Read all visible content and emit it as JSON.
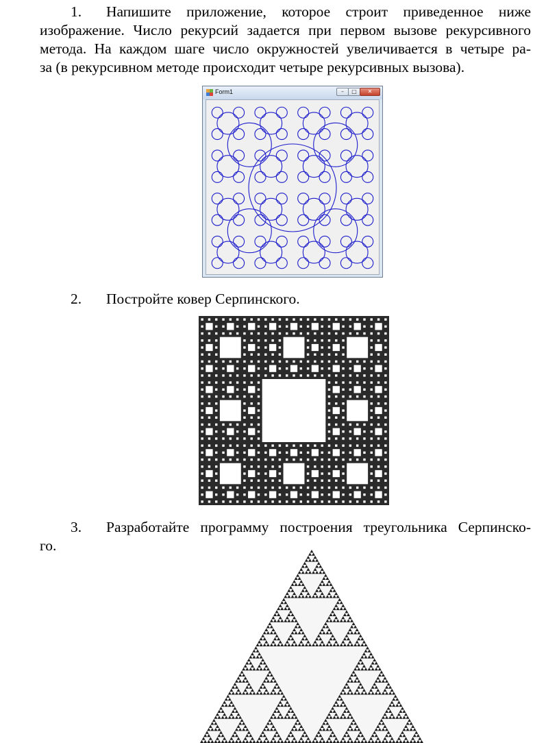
{
  "task1": {
    "number": "1.",
    "line1": "Напишите приложение, которое строит приведенное ниже",
    "line2": "изображение. Число рекурсий задается при первом вызове рекурсивного",
    "line3": "метода. На каждом шаге число окружностей увеличивается в четыре ра-",
    "line4": "за (в рекурсивном методе происходит четыре рекурсивных вызова)."
  },
  "form_window": {
    "title": "Form1",
    "circle_color": "#1c1ccc",
    "client_background": "#f0f0f0",
    "recursion_depth": 4,
    "min_icon": "minimize-icon",
    "max_icon": "maximize-icon",
    "close_icon": "close-icon",
    "min_glyph": "–",
    "max_glyph": "□",
    "close_glyph": "✕"
  },
  "task2": {
    "number": "2.",
    "text": "Постройте ковер Серпинского."
  },
  "sierpinski_carpet": {
    "recursion_depth": 4,
    "fill_color": "#2a2a2a",
    "hole_color": "#ffffff"
  },
  "task3": {
    "number": "3.",
    "line1": "Разработайте программу построения треугольника Серпинско-",
    "line2": "го."
  },
  "sierpinski_triangle": {
    "recursion_depth": 6,
    "fill_color": "#1e1e1e",
    "hole_color": "#f6f6f6"
  }
}
